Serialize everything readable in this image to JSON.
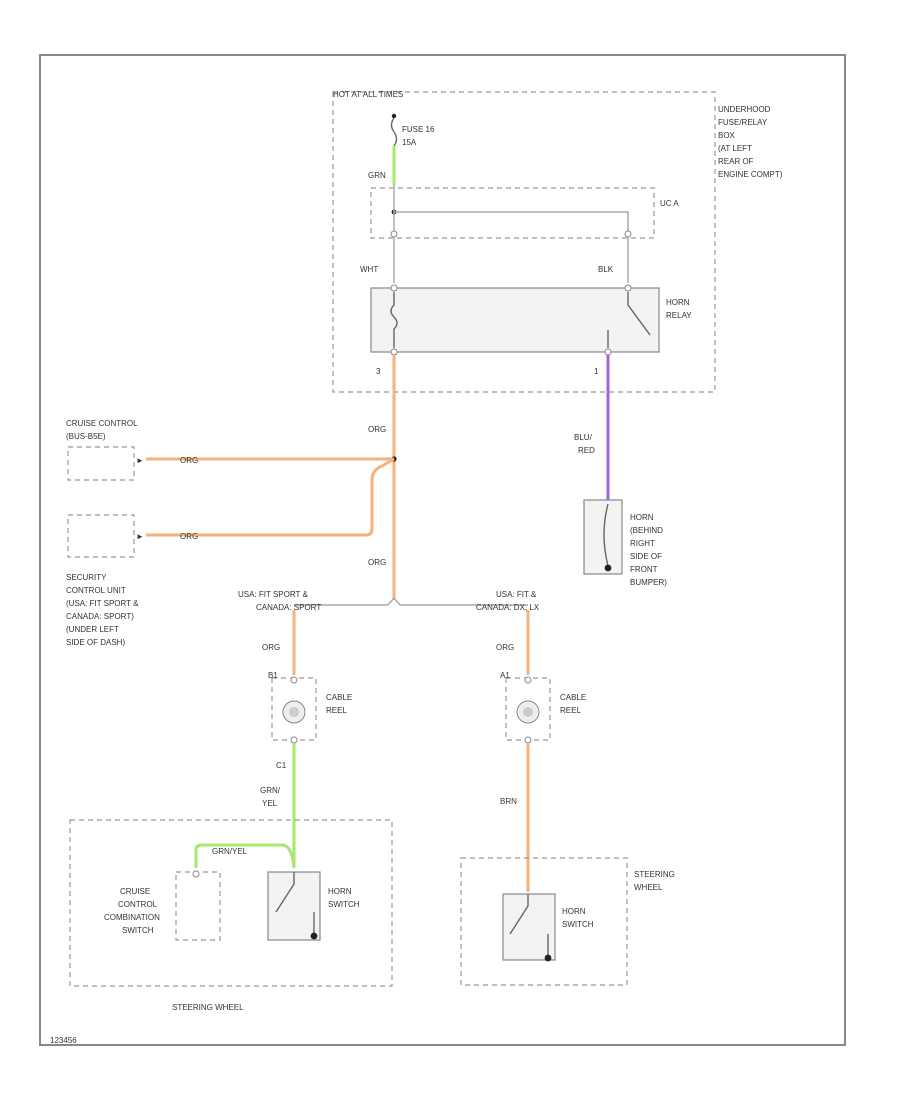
{
  "labels": {
    "hot_all_times": "HOT AT ALL TIMES",
    "fuse_name": "FUSE 16",
    "fuse_rating": "15A",
    "underhood_1": "UNDERHOOD",
    "underhood_2": "FUSE/RELAY",
    "underhood_3": "BOX",
    "underhood_4": "(AT LEFT",
    "underhood_5": "REAR OF",
    "underhood_6": "ENGINE COMPT)",
    "relay_ref": "UC A",
    "horn_relay_1": "HORN",
    "horn_relay_2": "RELAY",
    "pin_wht": "WHT",
    "pin_blk": "BLK",
    "pin_3": "3",
    "pin_1": "1",
    "cruise_ctrl_1": "CRUISE CONTROL",
    "cruise_ctrl_2": "(BUS-B5E)",
    "security_1": "SECURITY",
    "security_2": "CONTROL UNIT",
    "security_3": "(USA: FIT SPORT &",
    "security_4": "CANADA: SPORT)",
    "security_5": "(UNDER LEFT",
    "security_6": "SIDE OF DASH)",
    "horn_1": "HORN",
    "horn_2": "(BEHIND",
    "horn_3": "RIGHT",
    "horn_4": "SIDE OF",
    "horn_5": "FRONT",
    "horn_6": "BUMPER)",
    "variant_left_1": "USA: FIT SPORT &",
    "variant_left_2": "CANADA: SPORT",
    "variant_right_1": "USA: FIT &",
    "variant_right_2": "CANADA: DX, LX",
    "cable_reel_1": "CABLE",
    "cable_reel_2": "REEL",
    "conn_c1": "C1",
    "conn_b1": "B1",
    "conn_a1": "A1",
    "cruise_switch_1": "CRUISE",
    "cruise_switch_2": "CONTROL",
    "cruise_switch_3": "COMBINATION",
    "cruise_switch_4": "SWITCH",
    "horn_switch_1": "HORN",
    "horn_switch_2": "SWITCH",
    "steering_wheel": "STEERING WHEEL",
    "steering_wheel_1": "STEERING",
    "steering_wheel_2": "WHEEL",
    "figure_id": "123456"
  },
  "wires": {
    "org": "ORG",
    "grn": "GRN",
    "wht": "WHT",
    "blu_red_1": "BLU/",
    "blu_red_2": "RED",
    "brn": "BRN",
    "grn_yel_1": "GRN/",
    "grn_yel_2": "YEL",
    "grn_yel": "GRN/YEL"
  },
  "colors": {
    "orange_wire": "#f7b27a",
    "green_wire": "#a6e86a",
    "purple_wire": "#a463d6"
  }
}
